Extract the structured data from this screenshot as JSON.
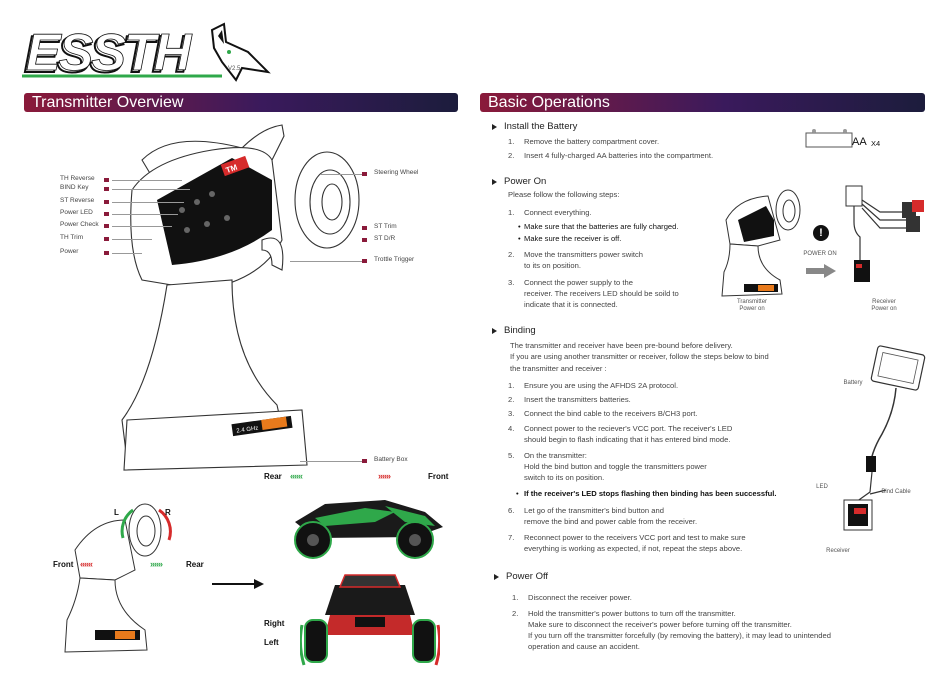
{
  "brand": {
    "logo_text": "ESSTH",
    "logo_sub": "V2.5"
  },
  "left": {
    "title": "Transmitter Overview",
    "labels_left": [
      "TH Reverse",
      "BIND Key",
      "ST Reverse",
      "Power LED",
      "Power Check",
      "TH Trim",
      "Power"
    ],
    "labels_right": [
      "Steering Wheel",
      "ST Trim",
      "ST D/R",
      "Trottle Trigger",
      "Battery Box"
    ],
    "car_side": {
      "rear": "Rear",
      "front": "Front"
    },
    "controller_small": {
      "l": "L",
      "r": "R",
      "front": "Front",
      "rear": "Rear"
    },
    "car_front": {
      "right": "Right",
      "left": "Left"
    },
    "transmitter_text": {
      "brand": "TM",
      "band": "2.4 GHz"
    }
  },
  "right": {
    "title": "Basic Operations",
    "install": {
      "heading": "Install the Battery",
      "steps": [
        {
          "n": "1.",
          "t": "Remove the battery compartment cover."
        },
        {
          "n": "2.",
          "t": "Insert 4 fully-charged AA batteries into the compartment."
        }
      ],
      "battery_label": "AA",
      "battery_count": "X4"
    },
    "power_on": {
      "heading": "Power On",
      "intro": "Please follow the following steps:",
      "step1": "Connect everything.",
      "bullets": [
        "Make sure that the batteries are fully charged.",
        "Make sure the receiver is off."
      ],
      "step2": [
        "Move the transmitters power switch",
        "to its on position."
      ],
      "step3": [
        "Connect the power supply to the",
        "receiver. The receivers LED should be soild to",
        "indicate that it is connected."
      ],
      "nums": [
        "1.",
        "2.",
        "3."
      ],
      "diagram": {
        "tx_label": [
          "Transmitter",
          "Power on"
        ],
        "rx_label": [
          "Receiver",
          "Power on"
        ],
        "power_on": "POWER ON",
        "warn": "!"
      }
    },
    "binding": {
      "heading": "Binding",
      "intro": [
        "The transmitter and receiver have been pre-bound before delivery.",
        "If you are using another transmitter or receiver, follow the steps below to bind",
        "the transmitter and receiver :"
      ],
      "steps": [
        {
          "n": "1.",
          "lines": [
            "Ensure you are using the AFHDS 2A protocol."
          ]
        },
        {
          "n": "2.",
          "lines": [
            "Insert the transmitters batteries."
          ]
        },
        {
          "n": "3.",
          "lines": [
            "Connect the bind cable to the receivers B/CH3 port."
          ]
        },
        {
          "n": "4.",
          "lines": [
            "Connect power to the reciever's VCC port. The receiver's LED",
            "should begin to flash indicating that it has entered bind mode."
          ]
        },
        {
          "n": "5.",
          "lines": [
            "On the transmitter:",
            "Hold the bind button and toggle the transmitters power",
            "switch to its on position."
          ]
        }
      ],
      "note": "If the receiver's LED stops flashing then binding has been successful.",
      "steps2": [
        {
          "n": "6.",
          "lines": [
            "Let go of the transmitter's bind button and",
            "remove the bind and power cable from the receiver."
          ]
        },
        {
          "n": "7.",
          "lines": [
            "Reconnect power to the receivers VCC port and test to make sure",
            "everything is working as expected, if not, repeat the steps above."
          ]
        }
      ],
      "diagram": {
        "battery": "Battery",
        "led": "LED",
        "bind_cable": "Bind Cable",
        "receiver": "Receiver"
      }
    },
    "power_off": {
      "heading": "Power Off",
      "step1": "Disconnect the receiver power.",
      "step2": [
        "Hold the transmitter's power buttons to turn off the transmitter.",
        "Make sure to disconnect the receiver's power before turning off the transmitter.",
        "If you turn off the transmitter forcefully (by removing the battery), it may lead to unintended",
        "operation and cause an accident."
      ],
      "nums": [
        "1.",
        "2."
      ]
    }
  },
  "colors": {
    "accent": "#8a1a3a",
    "bar_end": "#1c1c3c",
    "green": "#2fa84a",
    "red": "#d62b2b"
  }
}
